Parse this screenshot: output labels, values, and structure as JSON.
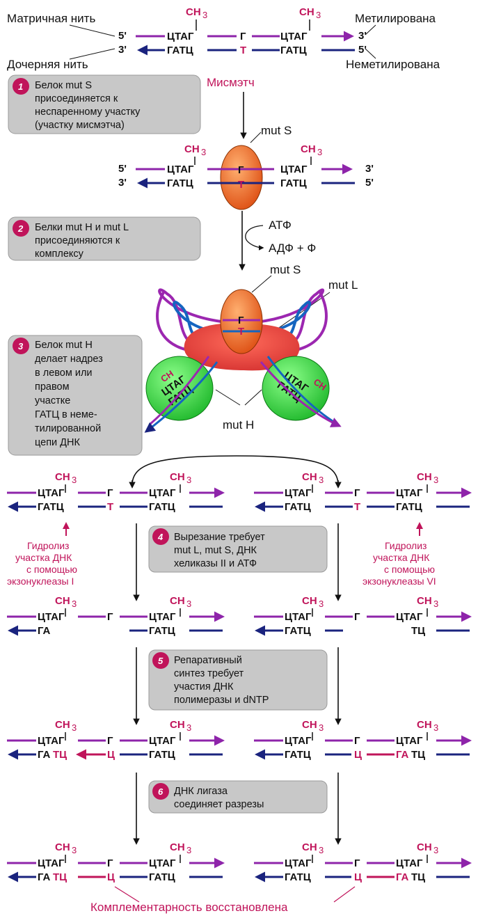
{
  "colors": {
    "top_strand": "#8e24aa",
    "bottom_strand": "#1a237e",
    "accent": "#c0145a",
    "step_box": "#c8c8c8",
    "mutS_protein": "#f07a2a",
    "mutL_protein": "#e53935",
    "mutH_protein": "#3cd24a",
    "dna_loop_outer": "#9c27b0",
    "dna_loop_inner": "#1565c0"
  },
  "header": {
    "template_strand": "Матричная нить",
    "daughter_strand": "Дочерняя нить",
    "methylated": "Метилирована",
    "unmethylated": "Неметилирована",
    "mismatch": "Мисмэтч"
  },
  "seq": {
    "ch3": "CH",
    "ch3_sub": "3",
    "tag": "ЦТАГ",
    "gatc": "ГАТЦ",
    "g": "Г",
    "t": "Т",
    "ts": "Ц",
    "ga": "ГА",
    "tc": "ТЦ",
    "gatc_red_tail": "ТЦ",
    "ga_black": "ГА",
    "end5": "5'",
    "end3": "3'"
  },
  "proteins": {
    "mutS": "mut S",
    "mutL": "mut L",
    "mutH": "mut H"
  },
  "energy": {
    "atp": "АТФ",
    "adp": "АДФ + Ф"
  },
  "steps": [
    {
      "num": "1",
      "lines": [
        "Белок mut S",
        "присоединяется к",
        "неспаренному участку",
        "(участку мисмэтча)"
      ]
    },
    {
      "num": "2",
      "lines": [
        "Белки mut H и mut L",
        "присоединяются к",
        "комплексу"
      ]
    },
    {
      "num": "3",
      "lines": [
        "Белок mut H",
        "делает надрез",
        "в левом или",
        "правом",
        "участке",
        "ГАТЦ в неме-",
        "тилированной",
        "цепи ДНК"
      ]
    },
    {
      "num": "4",
      "lines": [
        "Вырезание требует",
        "mut L, mut S, ДНК",
        "хеликазы II и АТФ"
      ]
    },
    {
      "num": "5",
      "lines": [
        "Репаративный",
        "синтез требует",
        "участия ДНК",
        "полимеразы и dNTP"
      ]
    },
    {
      "num": "6",
      "lines": [
        "ДНК лигаза",
        "соединяет разрезы"
      ]
    }
  ],
  "hydrolysis": {
    "left": [
      "Гидролиз",
      "участка ДНК",
      "с помощью",
      "экзонуклеазы I"
    ],
    "right": [
      "Гидролиз",
      "участка ДНК",
      "с помощью",
      "экзонуклеазы VI"
    ]
  },
  "footer": {
    "restored": "Комплементарность восстановлена"
  }
}
